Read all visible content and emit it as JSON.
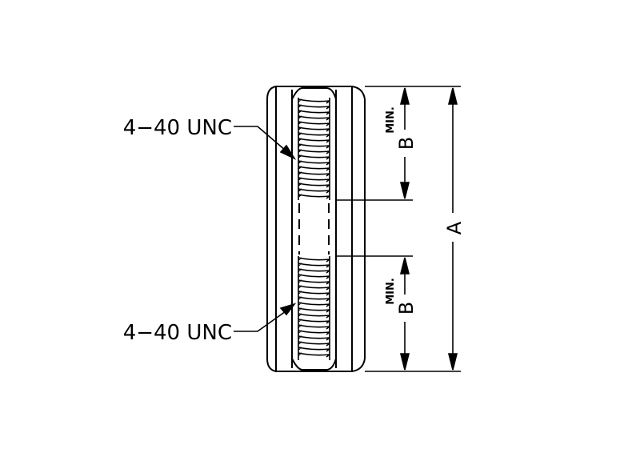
{
  "callouts": {
    "thread_top": "4−40  UNC",
    "thread_bottom": "4−40  UNC"
  },
  "dimensions": {
    "overall_length": "A",
    "thread_depth_top": "B",
    "thread_depth_top_note": "MIN.",
    "thread_depth_bottom": "B",
    "thread_depth_bottom_note": "MIN."
  },
  "colors": {
    "line": "#000000",
    "background": "#ffffff"
  }
}
